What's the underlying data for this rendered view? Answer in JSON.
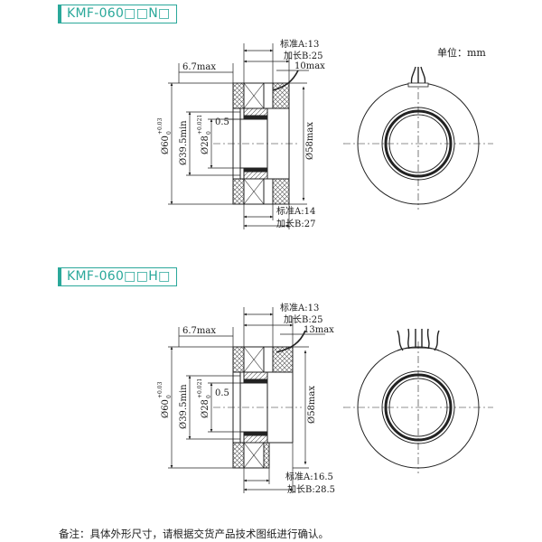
{
  "unit_label": "单位：mm",
  "sections": [
    {
      "title": "KMF-060□□N□",
      "std_a": "标准A:13",
      "ext_b": "加长B:25",
      "left_dim": "6.7max",
      "wire_dim": "10max",
      "gap": "0.5",
      "od": "Ø60",
      "od_tol_upper": "+0.03",
      "od_tol_lower": "0",
      "mid_dia": "Ø39.5min",
      "bore": "Ø28",
      "bore_tol_upper": "+0.021",
      "bore_tol_lower": "0",
      "right_dia": "Ø58max",
      "std_a_bottom": "标准A:14",
      "ext_b_bottom": "加长B:27"
    },
    {
      "title": "KMF-060□□H□",
      "std_a": "标准A:13",
      "ext_b": "加长B:25",
      "left_dim": "6.7max",
      "wire_dim": "13max",
      "gap": "0.5",
      "od": "Ø60",
      "od_tol_upper": "+0.03",
      "od_tol_lower": "0",
      "mid_dia": "Ø39.5min",
      "bore": "Ø28",
      "bore_tol_upper": "+0.021",
      "bore_tol_lower": "0",
      "right_dia": "Ø58max",
      "std_a_bottom": "标准A:16.5",
      "ext_b_bottom": "加长B:28.5"
    }
  ],
  "footer": "备注：具体外形尺寸，请根据交货产品技术图纸进行确认。"
}
